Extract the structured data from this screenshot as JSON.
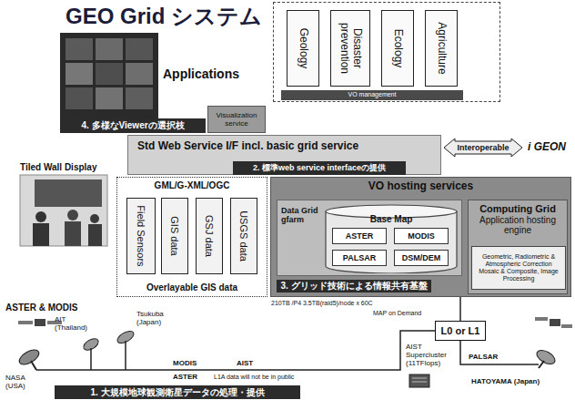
{
  "diagram": {
    "title": "GEO Grid システム",
    "nodes": [
      {
        "text": [
          "Applications"
        ]
      },
      {
        "text": [
          "Geology"
        ],
        "in": 0
      },
      {
        "text": [
          "Disaster prevention"
        ],
        "in": 0
      },
      {
        "text": [
          "Ecology"
        ],
        "in": 0
      },
      {
        "text": [
          "Agriculture"
        ],
        "in": 0
      },
      {
        "text": [
          "VO management"
        ],
        "in": 0
      },
      {
        "text": [
          "Visualization service"
        ]
      },
      {
        "text": [
          "4. 多様なViewerの選択枝"
        ]
      },
      {
        "text": [
          "Std Web Service I/F incl. basic grid service"
        ]
      },
      {
        "text": [
          "2. 標準web service interfaceの提供"
        ],
        "in": 8
      },
      {
        "text": [
          "Interoperable"
        ]
      },
      {
        "text": [
          "GML/G-XML/OGC",
          "Overlayable GIS data"
        ]
      },
      {
        "text": [
          "Field Sensors"
        ],
        "in": 11
      },
      {
        "text": [
          "GIS data"
        ],
        "in": 11
      },
      {
        "text": [
          "GSJ data"
        ],
        "in": 11
      },
      {
        "text": [
          "USGS data"
        ],
        "in": 11
      },
      {
        "text": [
          "VO hosting services"
        ]
      },
      {
        "text": [
          "Data Grid gfarm"
        ],
        "in": 16
      },
      {
        "text": [
          "Base Map"
        ],
        "in": 17
      },
      {
        "text": [
          "ASTER"
        ],
        "in": 18
      },
      {
        "text": [
          "MODIS"
        ],
        "in": 18
      },
      {
        "text": [
          "PALSAR"
        ],
        "in": 18
      },
      {
        "text": [
          "DSM/DEM"
        ],
        "in": 18
      },
      {
        "text": [
          "3. グリッド技術による情報共有基盤"
        ],
        "in": 16
      },
      {
        "text": [
          "Computing Grid",
          "Application hosting engine"
        ],
        "in": 16
      },
      {
        "text": [
          "Geometric, Radiometric & Atmospheric Correction Mosaic & Composite, Image Processing"
        ],
        "in": 24
      },
      {
        "text": [
          "L0 or L1"
        ]
      },
      {
        "text": [
          "1. 大規模地球観測衛星データの処理・提供"
        ]
      }
    ],
    "edges": [
      {
        "from": 26,
        "to": 16,
        "arrow": "none"
      }
    ],
    "labels": [
      "Tiled Wall Display",
      "i GEON",
      "210TB /P4 3.5TB(raid5)/node x 60C",
      "MAP on Demand",
      "ASTER & MODIS",
      "AIT (Thailand)",
      "Tsukuba (Japan)",
      "NASA (USA)",
      "MODIS",
      "AIST",
      "ASTER",
      "L1A data will not be in public",
      "AIST Supercluster (11TFlops)",
      "PALSAR",
      "HATOYAMA (Japan)"
    ]
  }
}
